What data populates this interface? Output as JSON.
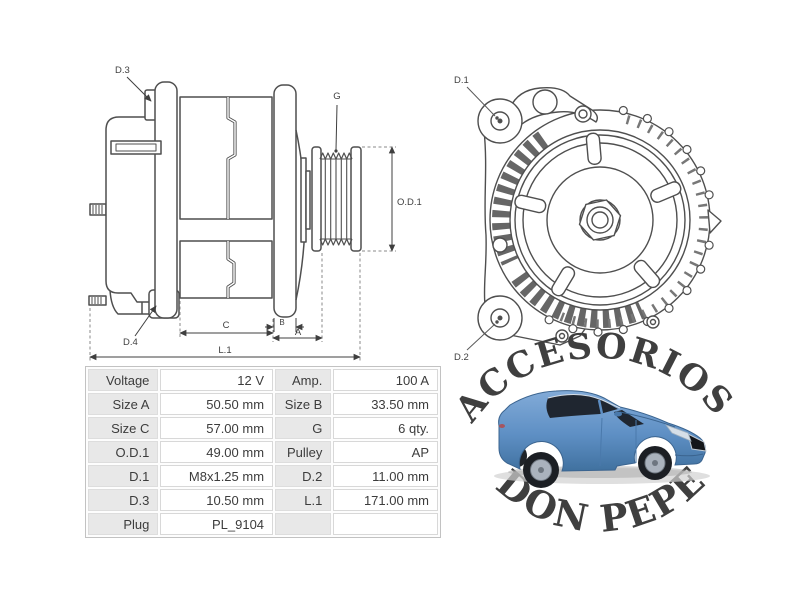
{
  "diagram_side": {
    "labels": {
      "d3": "D.3",
      "d4": "D.4",
      "g": "G",
      "od1": "O.D.1",
      "c": "C",
      "b": "B",
      "a": "A",
      "l1": "L.1"
    }
  },
  "diagram_front": {
    "labels": {
      "d1": "D.1",
      "d2": "D.2"
    }
  },
  "specs": {
    "rows": [
      [
        "Voltage",
        "12 V",
        "Amp.",
        "100 A"
      ],
      [
        "Size A",
        "50.50 mm",
        "Size B",
        "33.50 mm"
      ],
      [
        "Size C",
        "57.00 mm",
        "G",
        "6 qty."
      ],
      [
        "O.D.1",
        "49.00 mm",
        "Pulley",
        "AP"
      ],
      [
        "D.1",
        "M8x1.25 mm",
        "D.2",
        "11.00 mm"
      ],
      [
        "D.3",
        "10.50 mm",
        "L.1",
        "171.00 mm"
      ],
      [
        "Plug",
        "PL_9104",
        "",
        ""
      ]
    ]
  },
  "watermark": {
    "arc_top": "ACCESORIOS",
    "arc_bottom": "DON PEPE",
    "text_color": "#b11c1c"
  },
  "colors": {
    "line": "#4f4f4f",
    "dim": "#3f3f3f",
    "table_label_bg": "#e8e8e8",
    "table_border": "#c2c2c2",
    "car_blue": "#5e8fc4",
    "watermark_red": "#b11c1c"
  }
}
